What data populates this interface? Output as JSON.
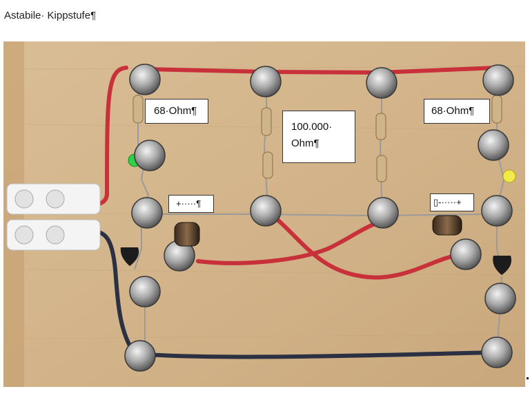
{
  "document": {
    "title": "Astabile· Kippstufe¶"
  },
  "photo": {
    "labels": {
      "resistor_left": "68·Ohm¶",
      "resistor_middle_line1": "100.000·",
      "resistor_middle_line2": "Ohm¶",
      "resistor_right": "68·Ohm¶",
      "capacitor_left": "+·····¶",
      "capacitor_right": "▯-·····+"
    },
    "colors": {
      "board": "#d6b98f",
      "wire_red": "#c8303a",
      "wire_black": "#2b3142",
      "led_green": "#2fd04a",
      "led_yellow": "#f2ea4a",
      "terminal_block": "#f4f4f4"
    }
  }
}
